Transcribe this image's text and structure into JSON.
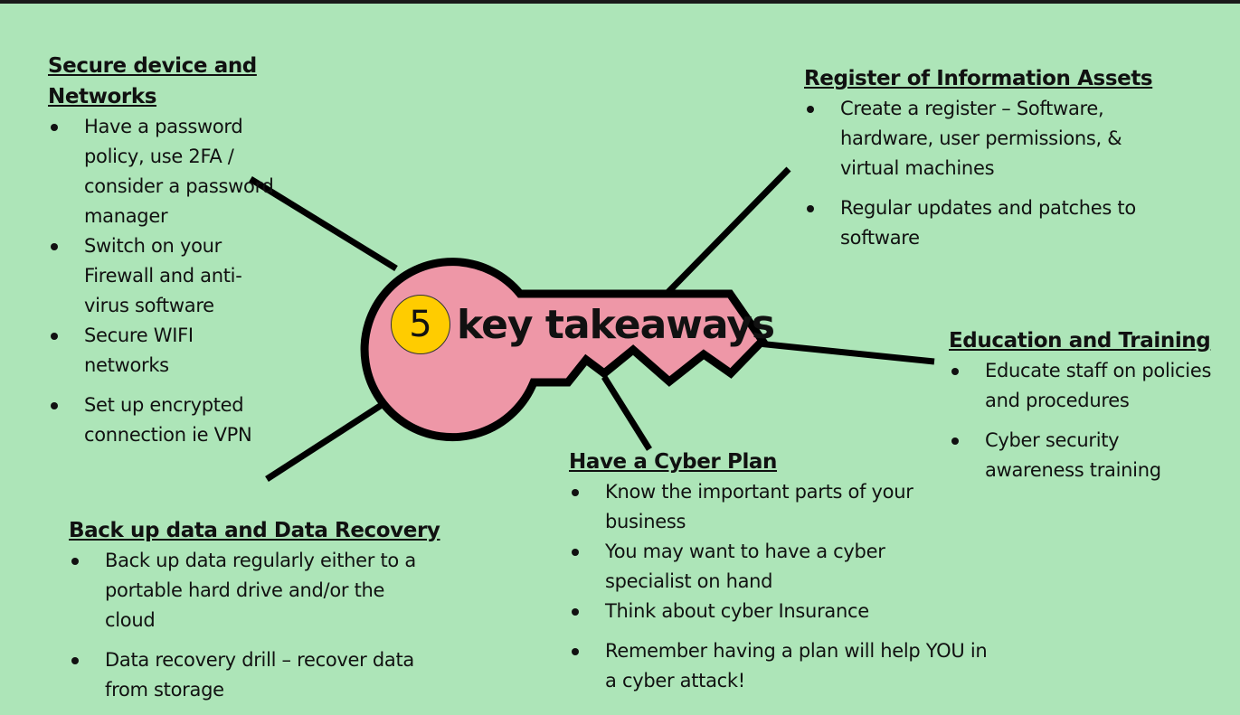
{
  "center": {
    "number": "5",
    "title": "key takeaways"
  },
  "sections": {
    "secure_device": {
      "title_line1": "Secure device and",
      "title_line2": "Networks",
      "items": [
        "Have a password policy, use 2FA / consider a password manager",
        "Switch on your Firewall and anti-virus software",
        "Secure WIFI networks",
        "Set up encrypted connection ie VPN"
      ]
    },
    "register": {
      "title": "Register of Information Assets",
      "items": [
        "Create a register – Software, hardware, user permissions, & virtual machines",
        "Regular updates and patches to software"
      ]
    },
    "education": {
      "title": "Education and Training",
      "items": [
        "Educate staff on policies and procedures",
        "Cyber security awareness training"
      ]
    },
    "cyber_plan": {
      "title": "Have a Cyber Plan",
      "items": [
        "Know the important parts of your business",
        "You may want to have a cyber specialist on hand",
        "Think about cyber Insurance",
        "Remember having a plan will help YOU in a cyber attack!"
      ]
    },
    "backup": {
      "title": "Back up data and Data Recovery",
      "items": [
        "Back up data regularly either to a portable hard drive and/or the cloud",
        "Data recovery drill – recover data from storage"
      ]
    }
  },
  "colors": {
    "background": "#ade5b8",
    "key_fill": "#ee97a7",
    "number_circle": "#ffcc00",
    "stroke": "#000000"
  }
}
